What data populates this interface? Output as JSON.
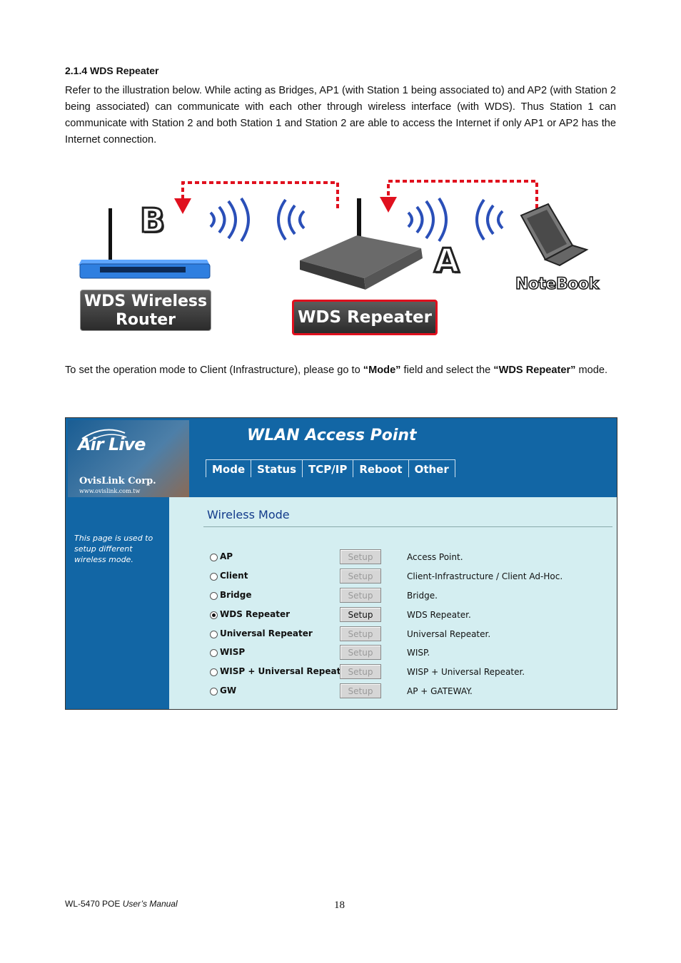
{
  "section_title": "2.1.4 WDS Repeater",
  "intro_paragraph": "Refer to the illustration below. While acting as Bridges, AP1 (with Station 1 being associated to) and AP2 (with Station 2 being associated) can communicate with each other through wireless interface (with WDS). Thus Station 1 can communicate with Station 2 and both Station 1 and Station 2 are able to access the Internet if only AP1 or AP2 has the Internet connection.",
  "diagram": {
    "letter_b": "B",
    "letter_a": "A",
    "router_label_line1": "WDS Wireless",
    "router_label_line2": "Router",
    "repeater_label": "WDS Repeater",
    "notebook_label": "NoteBook",
    "accent_red": "#e0101e",
    "router_blue": "#2f7fe0"
  },
  "instruction": {
    "before_mode": "To set the operation mode to Client (Infrastructure), please go to ",
    "mode_field": "“Mode”",
    "middle": " field and select the ",
    "mode_value": "“WDS Repeater”",
    "after": " mode."
  },
  "wlan_ui": {
    "brand": "Air Live",
    "corp": "OvisLink Corp.",
    "corp_url": "www.ovislink.com.tw",
    "title": "WLAN Access Point",
    "nav": [
      "Mode",
      "Status",
      "TCP/IP",
      "Reboot",
      "Other"
    ],
    "sidebar_text": "This page is used to setup different wireless mode.",
    "panel_title": "Wireless Mode",
    "setup_label": "Setup",
    "modes": [
      {
        "label": "AP",
        "description": "Access Point.",
        "selected": false
      },
      {
        "label": "Client",
        "description": "Client-Infrastructure / Client Ad-Hoc.",
        "selected": false
      },
      {
        "label": "Bridge",
        "description": "Bridge.",
        "selected": false
      },
      {
        "label": "WDS Repeater",
        "description": "WDS Repeater.",
        "selected": true
      },
      {
        "label": "Universal Repeater",
        "description": "Universal Repeater.",
        "selected": false
      },
      {
        "label": "WISP",
        "description": "WISP.",
        "selected": false
      },
      {
        "label": "WISP + Universal Repeater",
        "description": "WISP + Universal Repeater.",
        "selected": false
      },
      {
        "label": "GW",
        "description": "AP + GATEWAY.",
        "selected": false
      }
    ],
    "header_blue": "#1266a5",
    "panel_bg": "#d4eef1"
  },
  "footer": {
    "model": "WL-5470 POE",
    "manual": "User’s Manual",
    "page_number": "18"
  }
}
